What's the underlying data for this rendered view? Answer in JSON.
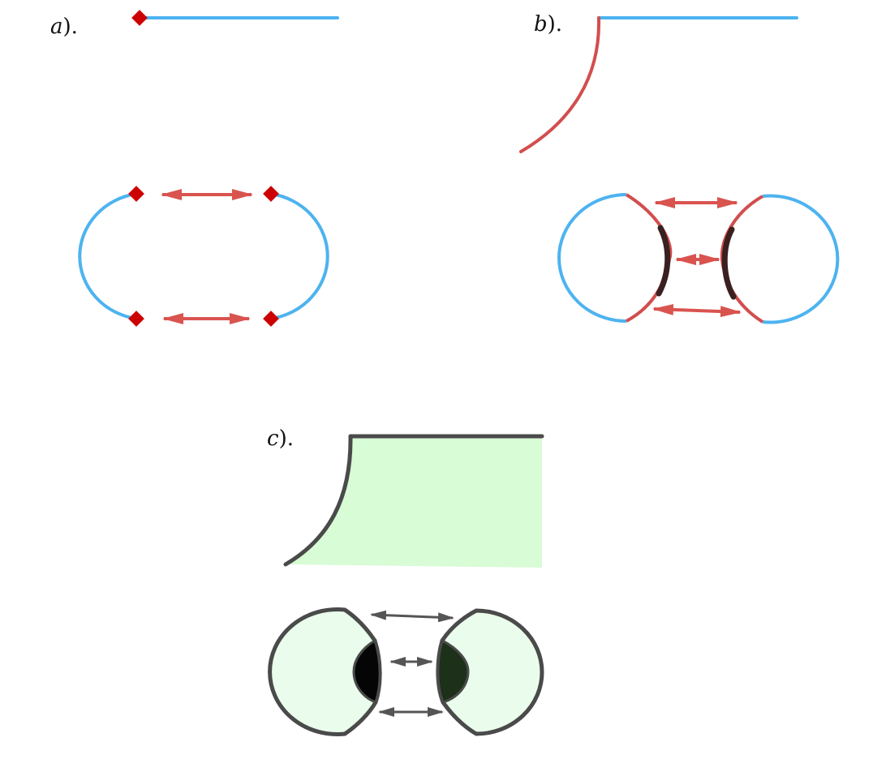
{
  "panels": [
    {
      "id": "a",
      "letter": "a",
      "suffix": ")."
    },
    {
      "id": "b",
      "letter": "b",
      "suffix": ")."
    },
    {
      "id": "c",
      "letter": "c",
      "suffix": ")."
    }
  ],
  "colors": {
    "blue_curve": "#4db3f0",
    "red_curve": "#d24e4e",
    "red_arrow": "#d9534f",
    "diamond": "#cc0000",
    "dark_edge": "#4a4a4a",
    "dark_arc": "#3a2020",
    "green_fill": "#d8fcd6",
    "green_light": "#eafceb",
    "black_cap": "#050505",
    "dark_green_cap": "#1d3019",
    "gray_arrow": "#555555"
  }
}
